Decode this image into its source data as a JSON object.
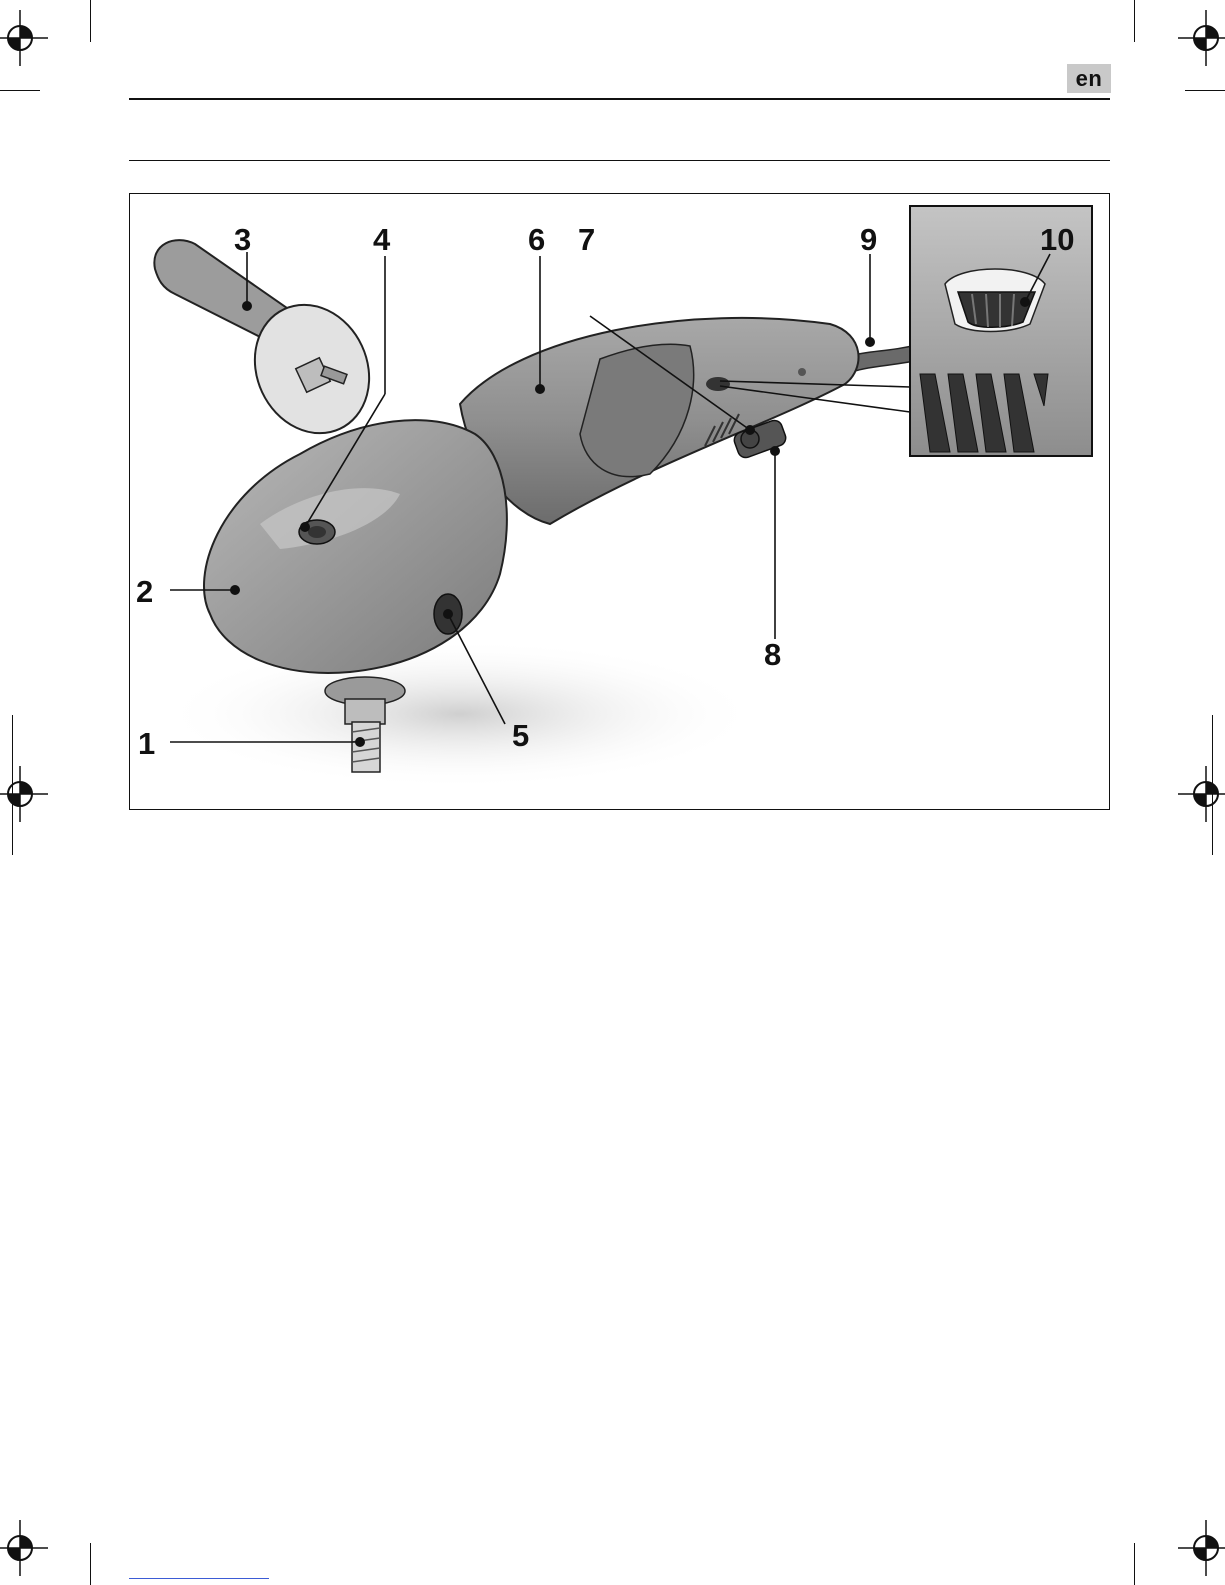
{
  "header": {
    "language": "en"
  },
  "figure": {
    "callouts": [
      {
        "label": "1",
        "part": "spindle"
      },
      {
        "label": "2",
        "part": "gear-head"
      },
      {
        "label": "3",
        "part": "auxiliary-handle"
      },
      {
        "label": "4",
        "part": "spindle-lock-button"
      },
      {
        "label": "5",
        "part": "handle-thread"
      },
      {
        "label": "6",
        "part": "housing-grip"
      },
      {
        "label": "7",
        "part": "lock-on-button"
      },
      {
        "label": "8",
        "part": "on-off-switch"
      },
      {
        "label": "9",
        "part": "power-cord"
      },
      {
        "label": "10",
        "part": "speed-preselection-thumbwheel"
      }
    ]
  }
}
